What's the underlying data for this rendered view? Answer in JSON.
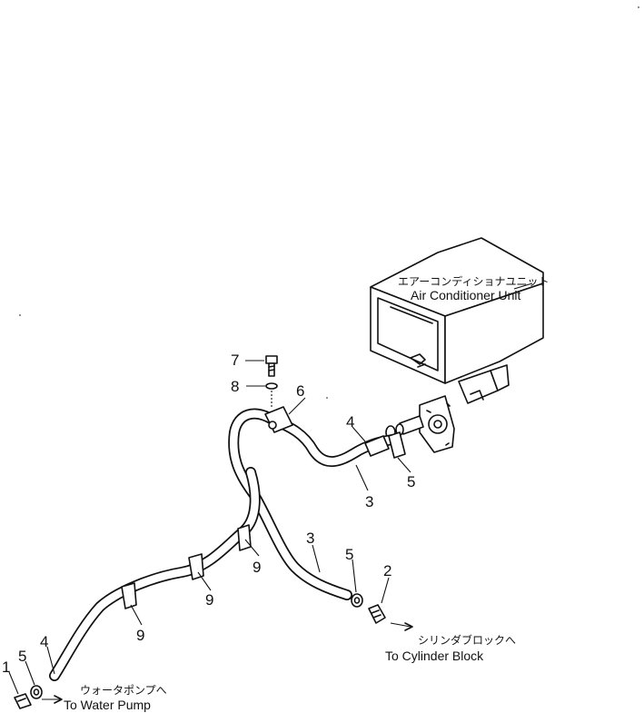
{
  "unit": {
    "label_jp": "エアーコンディショナユニット",
    "label_en": "Air Conditioner Unit"
  },
  "destinations": {
    "water_pump_jp": "ウォータポンプへ",
    "water_pump_en": "To Water Pump",
    "cylinder_block_jp": "シリンダブロックへ",
    "cylinder_block_en": "To Cylinder Block"
  },
  "callouts": {
    "c1": "1",
    "c2": "2",
    "c3a": "3",
    "c3b": "3",
    "c4a": "4",
    "c4b": "4",
    "c5a": "5",
    "c5b": "5",
    "c5c": "5",
    "c6": "6",
    "c7": "7",
    "c8": "8",
    "c9a": "9",
    "c9b": "9",
    "c9c": "9"
  }
}
